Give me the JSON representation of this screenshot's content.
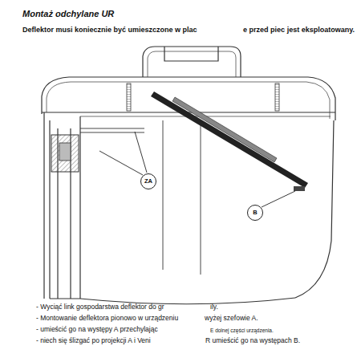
{
  "diagram": {
    "title": "Montaż odchylane UR",
    "nodes": [
      {
        "text": [
          "ZA"
        ]
      },
      {
        "text": [
          "B"
        ]
      }
    ],
    "labels": [
      "Deflektor musi koniecznie być umieszczone w plac",
      "e przed piec jest eksploatowany.",
      "- Wyciąć link gospodarstwa deflektor do gr",
      "ily.",
      "- Montowanie deflektora pionowo w urządzeniu",
      "wyżej szefowie A.",
      "- umieścić go na występy A przechylając",
      "E dolnej części urządzenia.",
      "- niech się ślizgać po projekcji A i Veni",
      "R umieścić go na występach B."
    ]
  }
}
